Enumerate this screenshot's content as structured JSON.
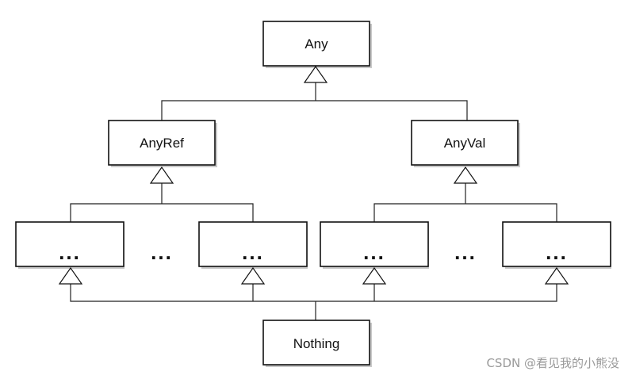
{
  "diagram": {
    "nodes": {
      "any": "Any",
      "anyref": "AnyRef",
      "anyval": "AnyVal",
      "ref1": "...",
      "ref_gap": "...",
      "ref2": "...",
      "val1": "...",
      "val_gap": "...",
      "val2": "...",
      "nothing": "Nothing"
    }
  },
  "watermark": "CSDN @看见我的小熊没"
}
